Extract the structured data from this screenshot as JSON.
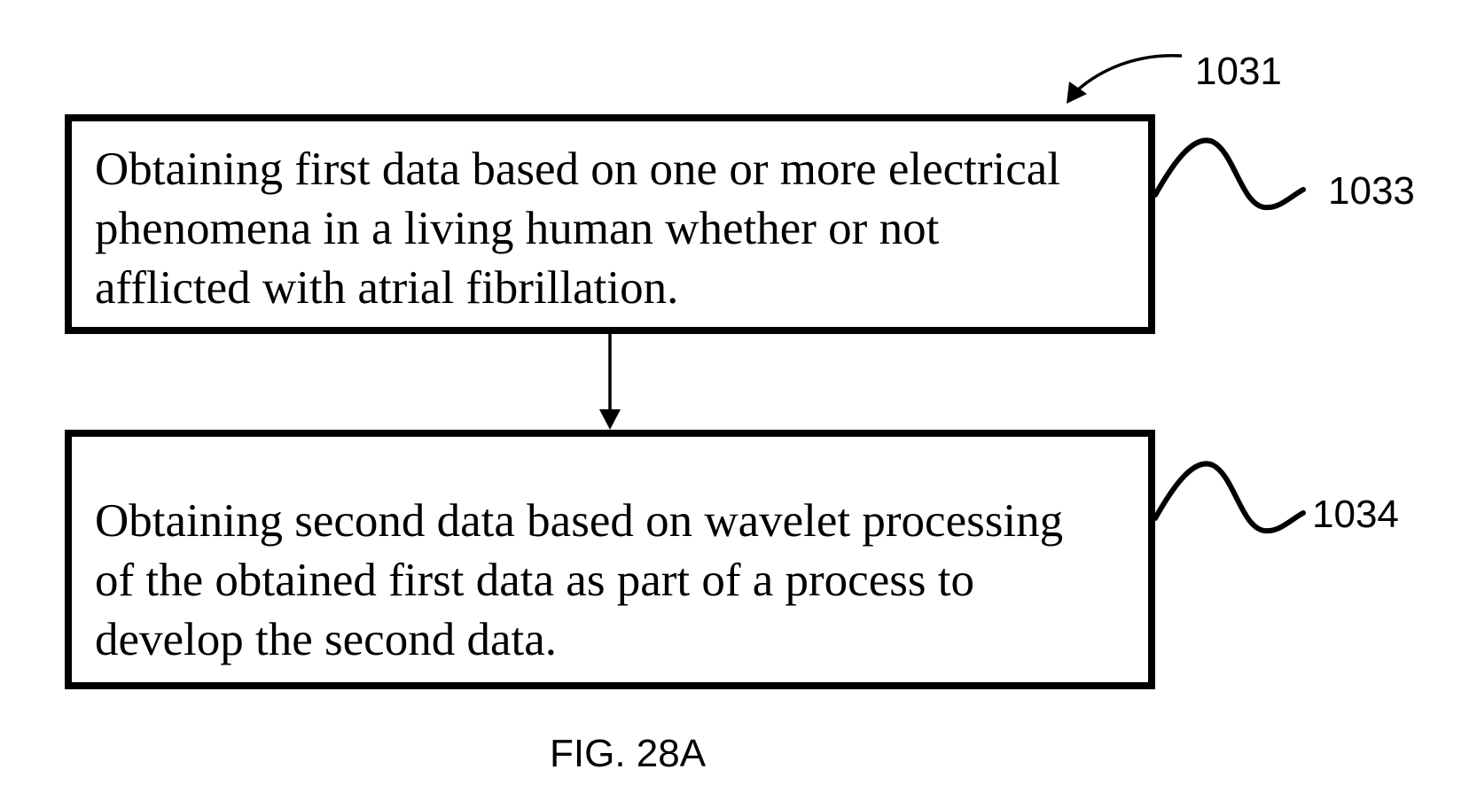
{
  "diagram": {
    "figure_label": "FIG. 28A",
    "reference_numerals": {
      "flow": "1031",
      "step_1": "1033",
      "step_2": "1034"
    },
    "steps": [
      {
        "text": "Obtaining first data based on one or more electrical\nphenomena in a living human whether or not\nafflicted with atrial fibrillation."
      },
      {
        "text": "Obtaining second data based on wavelet processing\nof the obtained first data as part of a process to\ndevelop the second data."
      }
    ]
  }
}
